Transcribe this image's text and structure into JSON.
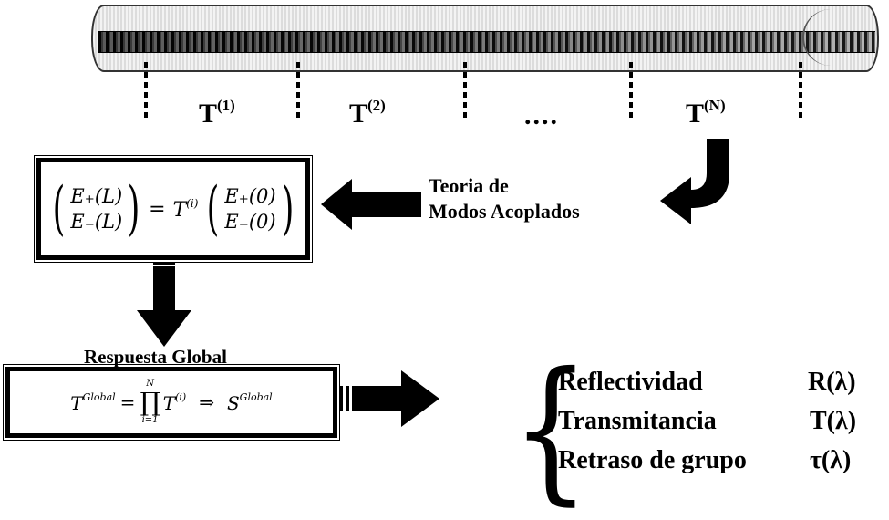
{
  "segments": [
    "T",
    "T",
    "T"
  ],
  "segment_superscripts": [
    "(1)",
    "(2)",
    "(N)"
  ],
  "ellipsis": "....",
  "coupled_box": {
    "E_plus_L": "E₊(L)",
    "E_minus_L": "E₋(L)",
    "equals": "=",
    "T": "T",
    "T_sup": "(i)",
    "E_plus_0": "E₊(0)",
    "E_minus_0": "E₋(0)"
  },
  "theory_label_line1": "Teoria de",
  "theory_label_line2": "Modos Acoplados",
  "global_label": "Respuesta Global",
  "global_box": {
    "T": "T",
    "T_sup": "Global",
    "equals": "=",
    "prod": "∏",
    "prod_top": "N",
    "prod_bottom": "i=1",
    "T_i": "T",
    "T_i_sup": "(i)",
    "implies": "⇒",
    "S": "S",
    "S_sup": "Global"
  },
  "outputs": [
    {
      "name": "Reflectividad",
      "symbol": "R(λ)"
    },
    {
      "name": "Transmitancia",
      "symbol": "T(λ)"
    },
    {
      "name": "Retraso de grupo",
      "symbol": "τ(λ)"
    }
  ],
  "brace": "{"
}
